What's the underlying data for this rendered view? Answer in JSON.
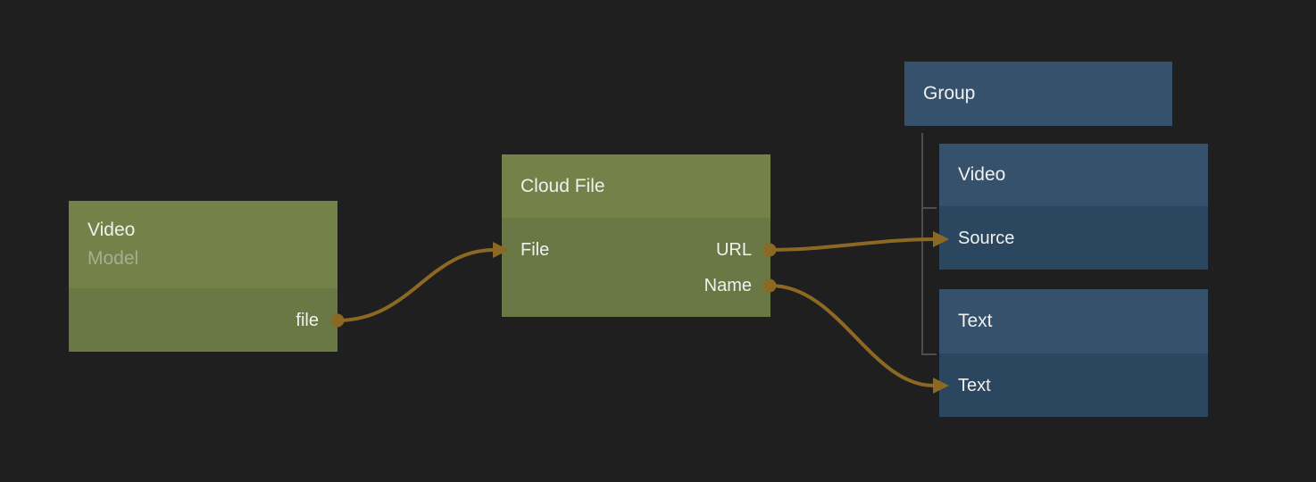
{
  "app": {
    "kind": "node-graph-editor-canvas",
    "background_color": "#1f1f20"
  },
  "colors": {
    "green_node_header": "#748249",
    "green_node_body": "#6a7845",
    "blue_node_header": "#35516c",
    "blue_node_body": "#2b4760",
    "wire_accent": "#8c6922",
    "group_tree_line": "#4d4d4d",
    "title_text": "#f0f1ef",
    "subtitle_text": "#a7ad95"
  },
  "nodes": {
    "video_model": {
      "title": "Video",
      "subtitle": "Model",
      "outputs": [
        "file"
      ]
    },
    "cloud_file": {
      "title": "Cloud File",
      "inputs": [
        "File"
      ],
      "outputs": [
        "URL",
        "Name"
      ]
    },
    "group": {
      "title": "Group"
    },
    "group_video": {
      "title": "Video",
      "inputs": [
        "Source"
      ]
    },
    "group_text": {
      "title": "Text",
      "inputs": [
        "Text"
      ]
    }
  },
  "edges": [
    {
      "from": "Video.file",
      "to": "Cloud File.File"
    },
    {
      "from": "Cloud File.URL",
      "to": "Video.Source"
    },
    {
      "from": "Cloud File.Name",
      "to": "Text.Text"
    }
  ]
}
